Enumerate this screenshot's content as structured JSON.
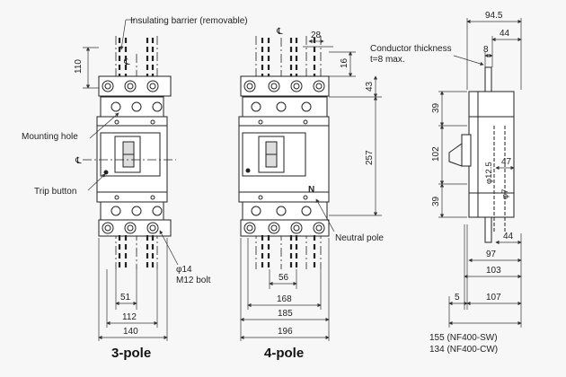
{
  "labels": {
    "insulating_barrier": "Insulating barrier (removable)",
    "mounting_hole": "Mounting hole",
    "trip_button": "Trip button",
    "bolt_dia": "φ14",
    "bolt_size": "M12 bolt",
    "neutral_pole": "Neutral pole",
    "neutral_mark": "N",
    "conductor_thickness": "Conductor thickness",
    "conductor_max": "t=8 max.",
    "centerline": "℄",
    "three_pole": "3-pole",
    "four_pole": "4-pole",
    "note_sw": "155 (NF400-SW)",
    "note_cw": "134 (NF400-CW)"
  },
  "dims": {
    "d110": "110",
    "d51": "51",
    "d112": "112",
    "d140": "140",
    "d28": "28",
    "d16": "16",
    "d43": "43",
    "d257": "257",
    "d56": "56",
    "d168": "168",
    "d185": "185",
    "d196": "196",
    "d94_5": "94.5",
    "d44a": "44",
    "d8": "8",
    "d39a": "39",
    "d102": "102",
    "d39b": "39",
    "d12_5": "φ12.5",
    "d47": "47",
    "d7": "φ7",
    "d44b": "44",
    "d97": "97",
    "d103": "103",
    "d5": "5",
    "d107": "107"
  }
}
